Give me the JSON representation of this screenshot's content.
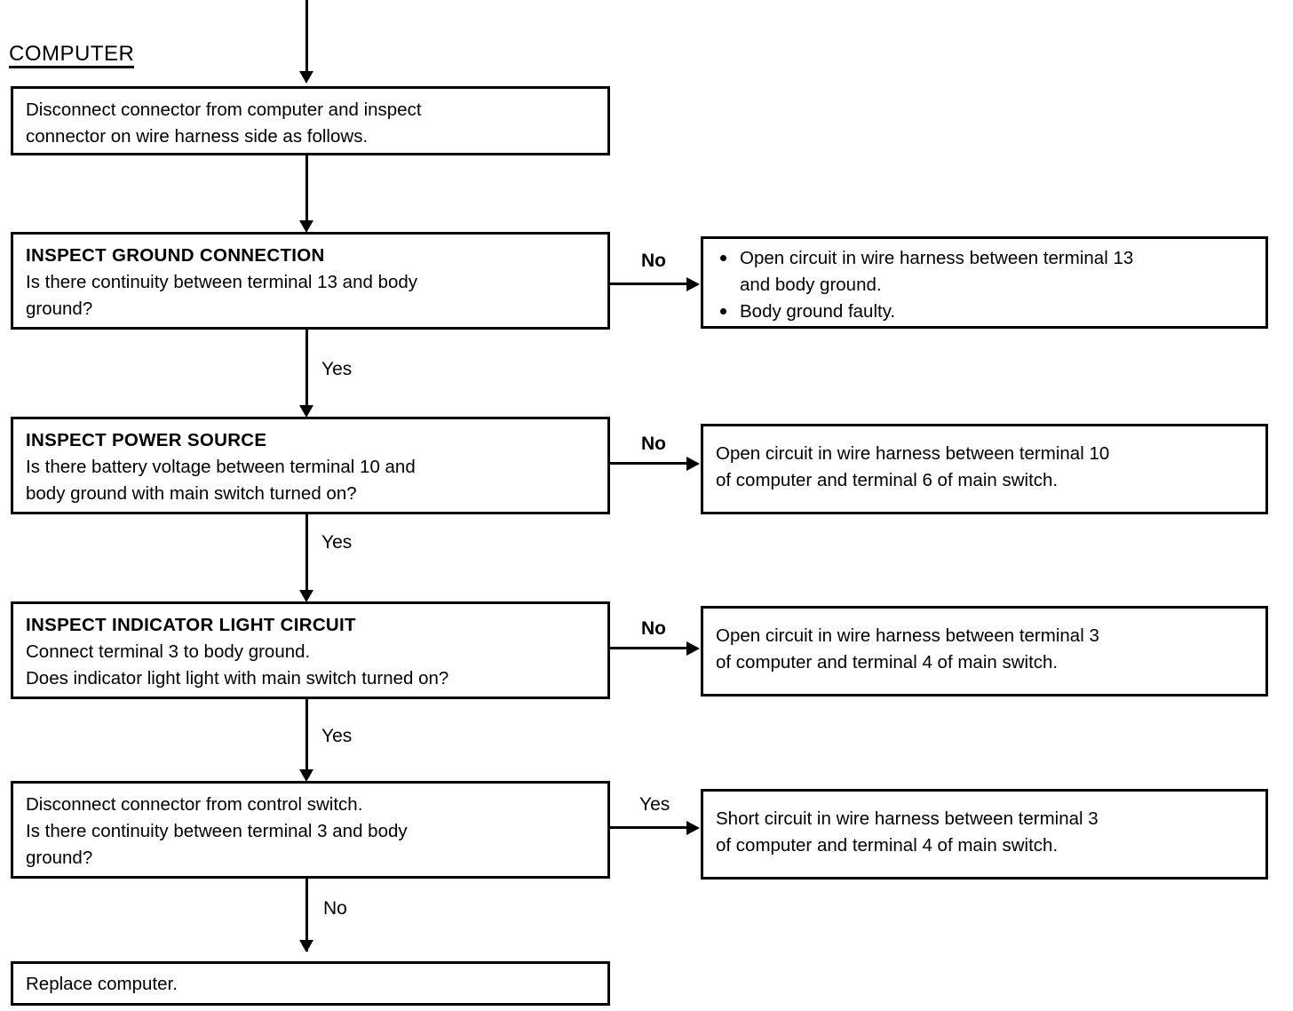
{
  "section": {
    "title": "COMPUTER"
  },
  "nodes": {
    "start": {
      "lines": [
        "Disconnect connector from computer and inspect",
        "connector on wire harness side as follows."
      ]
    },
    "ground": {
      "heading": "INSPECT GROUND CONNECTION",
      "lines": [
        "Is there continuity between terminal 13 and body",
        "ground?"
      ]
    },
    "ground_fail": {
      "bullets": [
        {
          "first": "Open circuit in wire harness between terminal 13",
          "second": "and body ground."
        },
        {
          "first": "Body ground faulty.",
          "second": ""
        }
      ]
    },
    "power": {
      "heading": "INSPECT POWER SOURCE",
      "lines": [
        "Is there battery voltage between terminal 10 and",
        "body ground with main switch turned on?"
      ]
    },
    "power_fail": {
      "lines": [
        "Open circuit in wire harness between terminal 10",
        "of computer and terminal 6 of main switch."
      ]
    },
    "indicator": {
      "heading": "INSPECT INDICATOR LIGHT CIRCUIT",
      "lines": [
        "Connect terminal 3 to body ground.",
        "Does indicator light light with main switch turned on?"
      ]
    },
    "indicator_fail": {
      "lines": [
        "Open circuit in wire harness between terminal 3",
        "of computer and terminal 4 of main switch."
      ]
    },
    "control_switch": {
      "lines": [
        "Disconnect connector from control switch.",
        "Is there continuity between terminal 3 and body",
        "ground?"
      ]
    },
    "short_circuit": {
      "lines": [
        "Short circuit in wire harness between terminal 3",
        "of computer and terminal 4 of main switch."
      ]
    },
    "replace": {
      "lines": [
        "Replace computer."
      ]
    }
  },
  "edges": {
    "ground_no": "No",
    "ground_yes": "Yes",
    "power_no": "No",
    "power_yes": "Yes",
    "indicator_no": "No",
    "indicator_yes": "Yes",
    "control_yes": "Yes",
    "control_no": "No"
  },
  "colors": {
    "ink": "#000000",
    "paper": "#ffffff"
  }
}
